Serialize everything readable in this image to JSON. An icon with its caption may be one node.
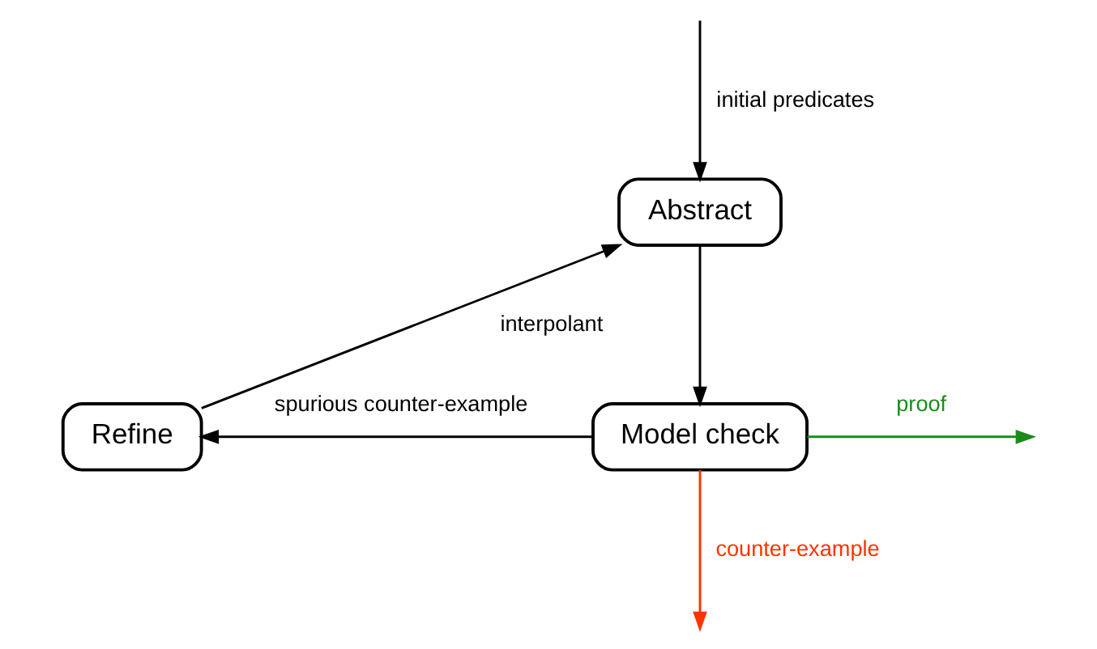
{
  "diagram": {
    "nodes": [
      {
        "text": [
          "Abstract"
        ]
      },
      {
        "text": [
          "Model check"
        ]
      },
      {
        "text": [
          "Refine"
        ]
      }
    ],
    "edges": [
      {
        "from": null,
        "to": 0,
        "arrow": "to",
        "label": "initial predicates"
      },
      {
        "from": 0,
        "to": 1,
        "arrow": "to"
      },
      {
        "from": 1,
        "to": 2,
        "arrow": "to",
        "label": "spurious counter-example"
      },
      {
        "from": 2,
        "to": 0,
        "arrow": "to",
        "label": "interpolant"
      },
      {
        "from": 1,
        "to": null,
        "arrow": "to",
        "label": "proof",
        "color": "#1a8c1a"
      },
      {
        "from": 1,
        "to": null,
        "arrow": "to",
        "label": "counter-example",
        "color": "#ff3300"
      }
    ]
  }
}
